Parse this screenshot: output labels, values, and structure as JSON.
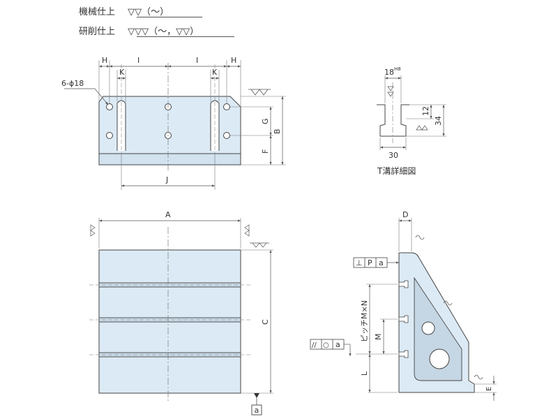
{
  "header": {
    "machine_label": "機械仕上",
    "machine_symbol": "▽▽（〜）",
    "grind_label": "研削仕上",
    "grind_symbol": "▽▽▽（〜，▽▽）"
  },
  "colors": {
    "fill": "#dceaf5",
    "fill_dark": "#c5d6e4",
    "line": "#444444",
    "dim": "#555555"
  },
  "front_view": {
    "hole_spec": "6-ϕ18",
    "dims": {
      "H": "H",
      "I": "I",
      "K": "K",
      "G": "G",
      "F": "F",
      "B": "B",
      "J": "J"
    }
  },
  "tslot": {
    "width_label": "18",
    "width_tol": "H8",
    "dim_12": "12",
    "dim_34": "34",
    "dim_30": "30",
    "caption": "T溝詳細図"
  },
  "plan_view": {
    "A": "A",
    "C": "C",
    "datum": "a"
  },
  "side_view": {
    "D": "D",
    "E": "E",
    "L": "L",
    "M": "M",
    "pitch": "ピッチM×N",
    "perp_sym": "⊥",
    "perp_tol": "P",
    "perp_datum": "a",
    "par_sym": "//",
    "par_circ": "○",
    "par_datum": "a"
  }
}
